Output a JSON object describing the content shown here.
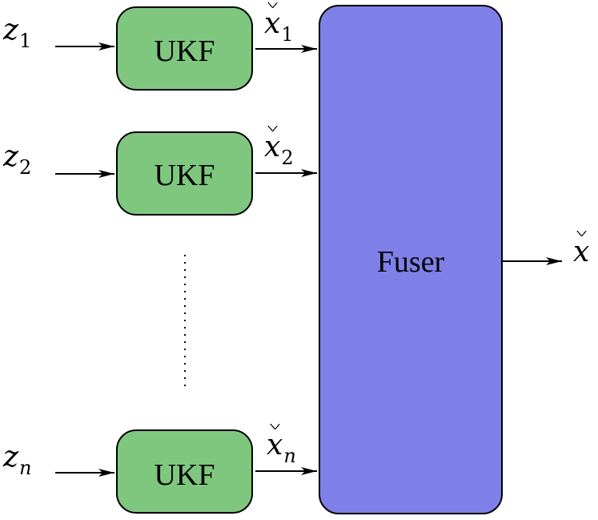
{
  "colors": {
    "filter_fill": "#7fc77f",
    "fuser_fill": "#7f7fe8",
    "stroke": "#000000"
  },
  "filters": [
    {
      "label": "UKF",
      "input_base": "z",
      "input_sub": "1",
      "output_base": "x",
      "output_sub": "1"
    },
    {
      "label": "UKF",
      "input_base": "z",
      "input_sub": "2",
      "output_base": "x",
      "output_sub": "2"
    },
    {
      "label": "UKF",
      "input_base": "z",
      "input_sub": "n",
      "output_base": "x",
      "output_sub": "n"
    }
  ],
  "fuser": {
    "label": "Fuser"
  },
  "output": {
    "base": "x"
  }
}
